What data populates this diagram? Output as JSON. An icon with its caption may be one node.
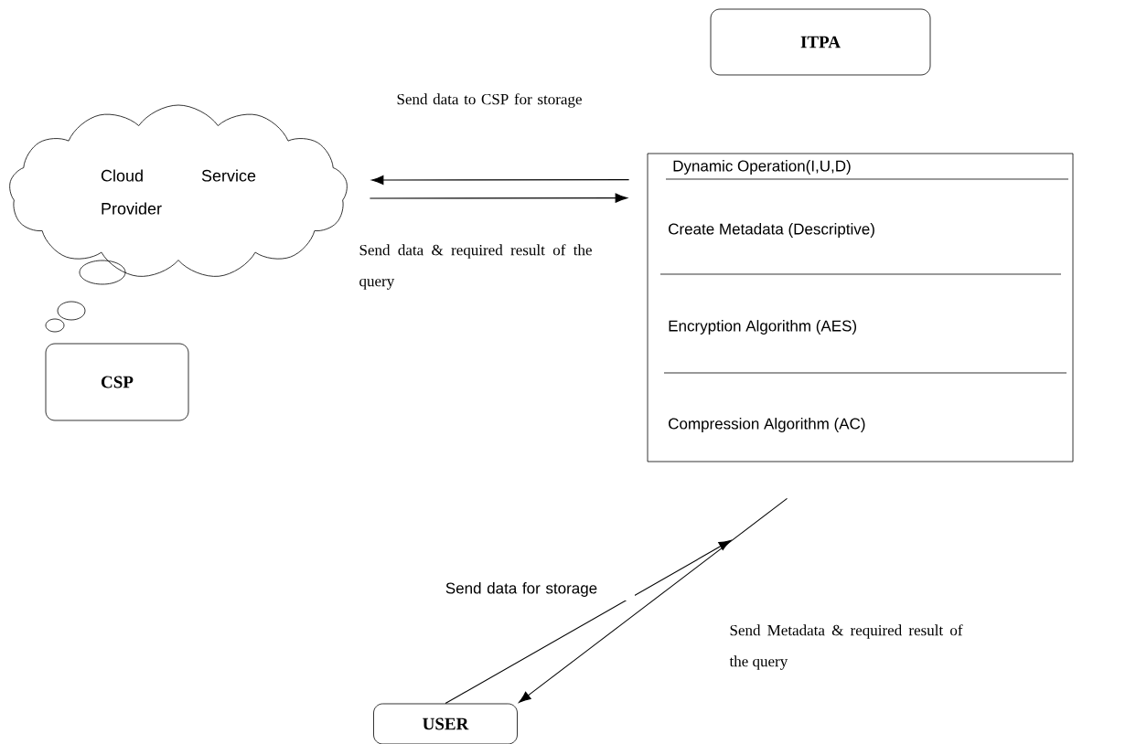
{
  "diagram": {
    "nodes": [
      {
        "text": [
          "ITPA"
        ]
      },
      {
        "text": [
          "Cloud Service Provider"
        ]
      },
      {
        "text": [
          "CSP"
        ]
      },
      {
        "text": [
          "Dynamic Operation(I,U,D)",
          "Create Metadata (Descriptive)",
          "Encryption Algorithm (AES)",
          "Compression Algorithm (AC)"
        ]
      },
      {
        "text": [
          "USER"
        ]
      }
    ],
    "edges": [
      {
        "from": 3,
        "to": 1,
        "arrow": "to",
        "label": "Send data to CSP for storage"
      },
      {
        "from": 1,
        "to": 3,
        "arrow": "to",
        "label": "Send data & required result of the query"
      },
      {
        "from": 4,
        "to": 3,
        "arrow": "to",
        "label": "Send data for storage"
      },
      {
        "from": 3,
        "to": 4,
        "arrow": "to",
        "label": "Send Metadata & required result of the query"
      }
    ]
  }
}
